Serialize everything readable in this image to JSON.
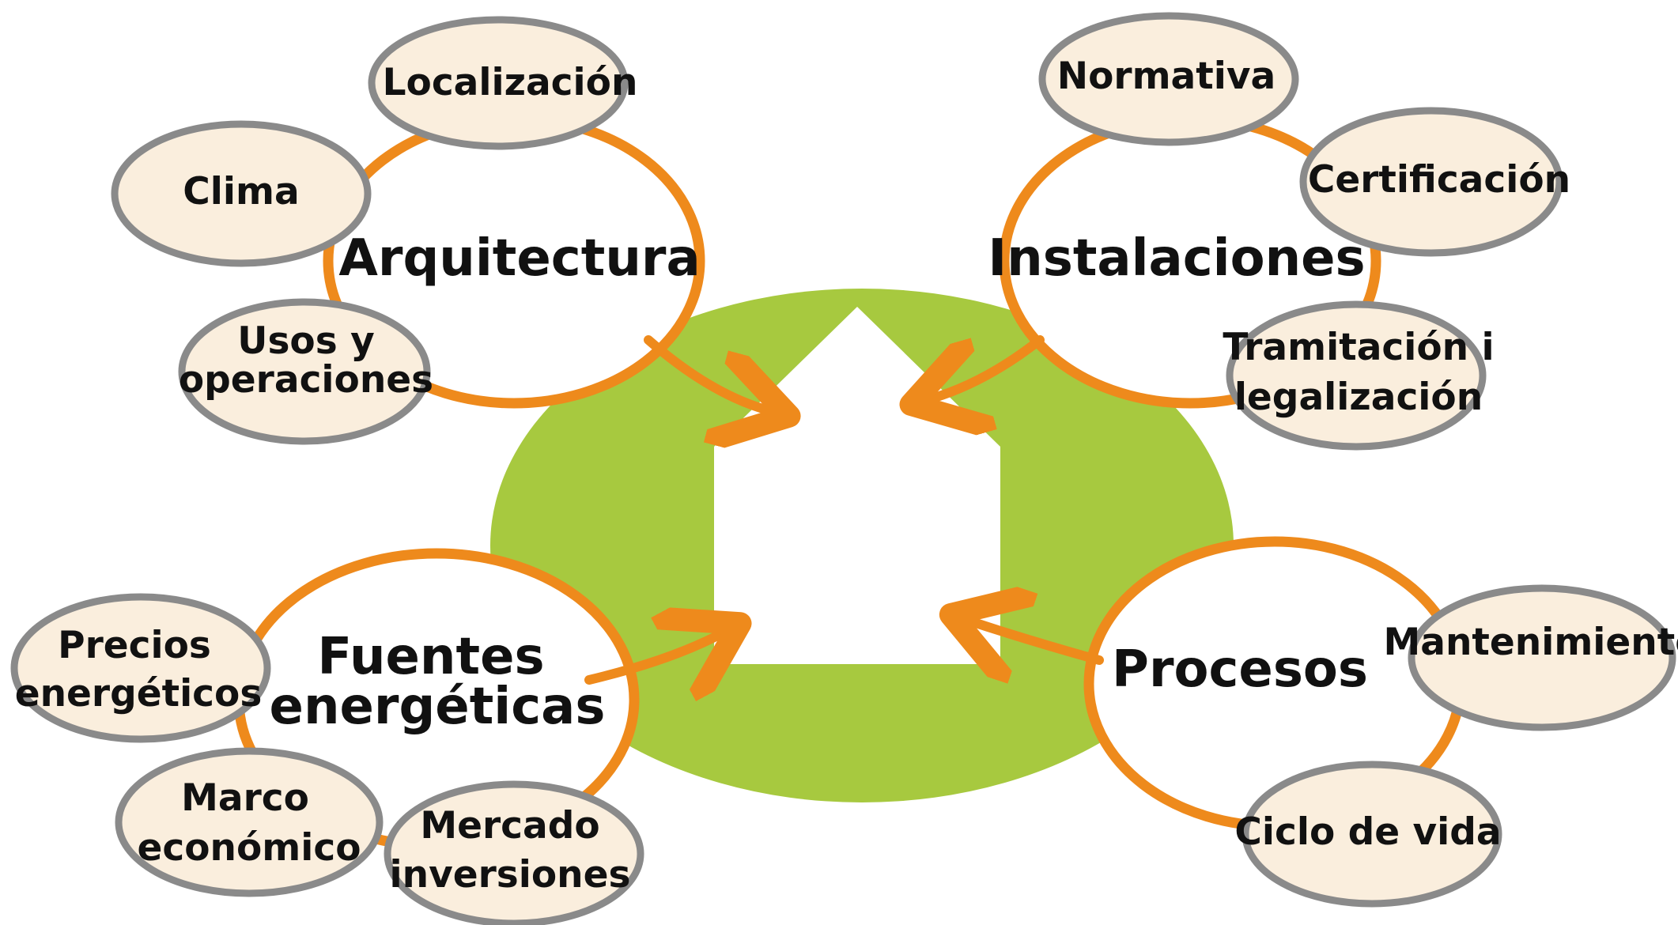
{
  "colors": {
    "green_disc": "#a7c93f",
    "orange": "#ee8a1c",
    "bubble_fill": "#faeedd",
    "bubble_stroke": "#8a8a8a",
    "house": "#ffffff"
  },
  "groups": {
    "arquitectura": {
      "title": "Arquitectura",
      "items": {
        "localizacion": "Localización",
        "clima": "Clima",
        "usos_line1": "Usos y",
        "usos_line2": "operaciones"
      }
    },
    "instalaciones": {
      "title": "Instalaciones",
      "items": {
        "normativa": "Normativa",
        "certificacion": "Certificación",
        "tramitacion_line1": "Tramitación i",
        "tramitacion_line2": "legalización"
      }
    },
    "fuentes": {
      "title_line1": "Fuentes",
      "title_line2": "energéticas",
      "items": {
        "precios_line1": "Precios",
        "precios_line2": "energéticos",
        "marco_line1": "Marco",
        "marco_line2": "económico",
        "mercado_line1": "Mercado",
        "mercado_line2": "inversiones"
      }
    },
    "procesos": {
      "title": "Procesos",
      "items": {
        "mantenimiento": "Mantenimiento",
        "ciclo": "Ciclo de vida"
      }
    }
  }
}
